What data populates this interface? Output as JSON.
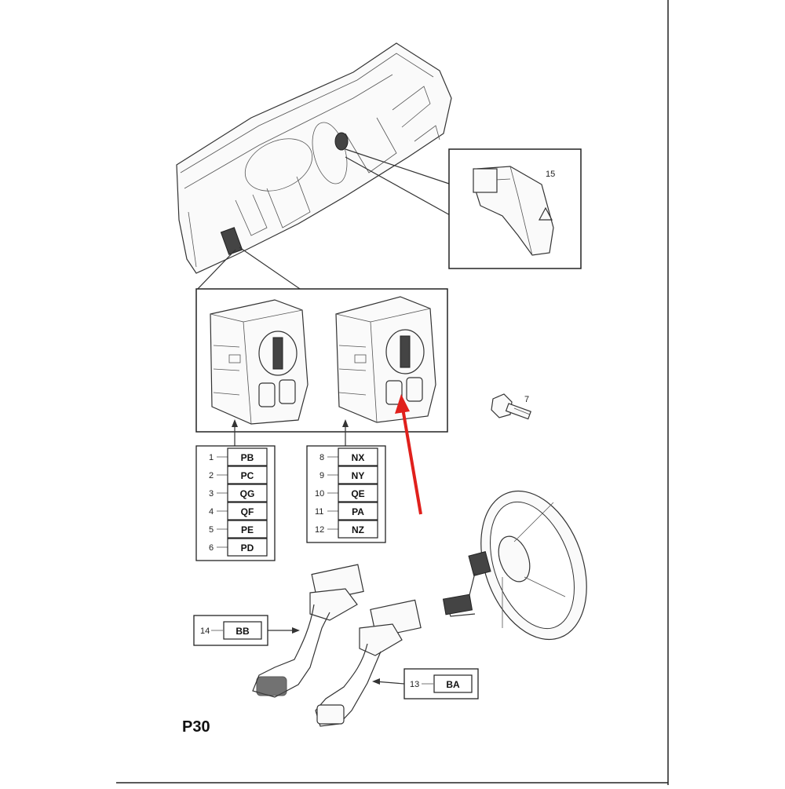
{
  "diagram": {
    "figure_label": "P30",
    "callouts": {
      "hazard_switch": "15",
      "bolt": "7",
      "stalk_right": "13",
      "stalk_left": "14"
    },
    "left_table": [
      {
        "num": "1",
        "code": "PB"
      },
      {
        "num": "2",
        "code": "PC"
      },
      {
        "num": "3",
        "code": "QG"
      },
      {
        "num": "4",
        "code": "QF"
      },
      {
        "num": "5",
        "code": "PE"
      },
      {
        "num": "6",
        "code": "PD"
      }
    ],
    "right_table": [
      {
        "num": "8",
        "code": "NX"
      },
      {
        "num": "9",
        "code": "NY"
      },
      {
        "num": "10",
        "code": "QE"
      },
      {
        "num": "11",
        "code": "PA"
      },
      {
        "num": "12",
        "code": "NZ"
      }
    ],
    "stalk_left_box": {
      "num": "14",
      "code": "BB"
    },
    "stalk_right_box": {
      "num": "13",
      "code": "BA"
    },
    "arrow_color": "#e0201c"
  }
}
